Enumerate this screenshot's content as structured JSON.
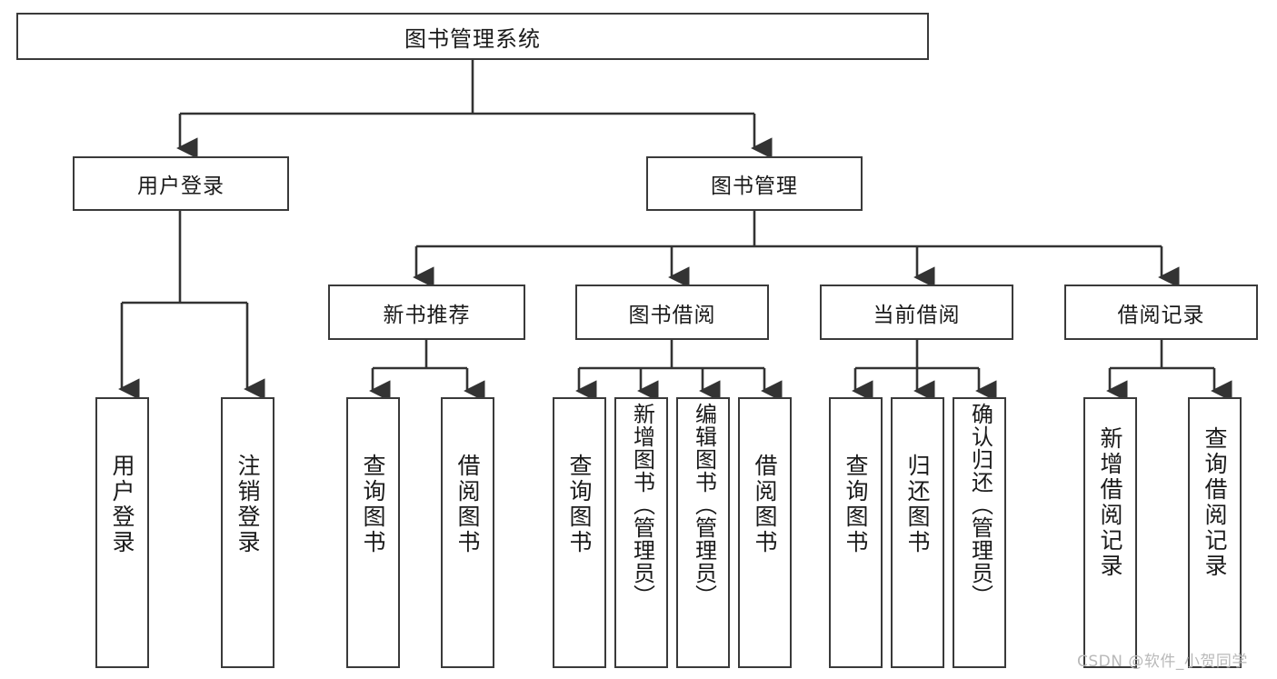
{
  "diagram": {
    "type": "tree-hierarchy-diagram",
    "title": "图书管理系统",
    "orientation": "top-down",
    "levels": 4,
    "colors": {
      "box_border": "#3a3a3a",
      "box_fill": "#ffffff",
      "connector": "#333333",
      "text": "#1a1a1a",
      "watermark": "#b9b9b9",
      "background": "#ffffff"
    }
  },
  "root": {
    "label": "图书管理系统"
  },
  "level2": [
    {
      "id": "user-login",
      "label": "用户登录"
    },
    {
      "id": "book-management",
      "label": "图书管理"
    }
  ],
  "level3": [
    {
      "id": "new-book-recommend",
      "label": "新书推荐",
      "parent": "book-management"
    },
    {
      "id": "book-borrow",
      "label": "图书借阅",
      "parent": "book-management"
    },
    {
      "id": "current-borrow",
      "label": "当前借阅",
      "parent": "book-management"
    },
    {
      "id": "borrow-record",
      "label": "借阅记录",
      "parent": "book-management"
    }
  ],
  "leaves": {
    "user_login": [
      {
        "id": "leaf-user-login",
        "label": "用户登录"
      },
      {
        "id": "leaf-logout-login",
        "label": "注销登录"
      }
    ],
    "new_book_recommend": [
      {
        "id": "leaf-query-book-1",
        "label": "查询图书"
      },
      {
        "id": "leaf-borrow-book-1",
        "label": "借阅图书"
      }
    ],
    "book_borrow": [
      {
        "id": "leaf-query-book-2",
        "label": "查询图书"
      },
      {
        "id": "leaf-add-book",
        "label": "新增图书（管理员）"
      },
      {
        "id": "leaf-edit-book",
        "label": "编辑图书（管理员）"
      },
      {
        "id": "leaf-borrow-book-2",
        "label": "借阅图书"
      }
    ],
    "current_borrow": [
      {
        "id": "leaf-query-book-3",
        "label": "查询图书"
      },
      {
        "id": "leaf-return-book",
        "label": "归还图书"
      },
      {
        "id": "leaf-confirm-return",
        "label": "确认归还（管理员）"
      }
    ],
    "borrow_record": [
      {
        "id": "leaf-add-record",
        "label": "新增借阅记录"
      },
      {
        "id": "leaf-query-record",
        "label": "查询借阅记录"
      }
    ]
  },
  "watermark": {
    "text": "CSDN @软件_小贺同学"
  }
}
